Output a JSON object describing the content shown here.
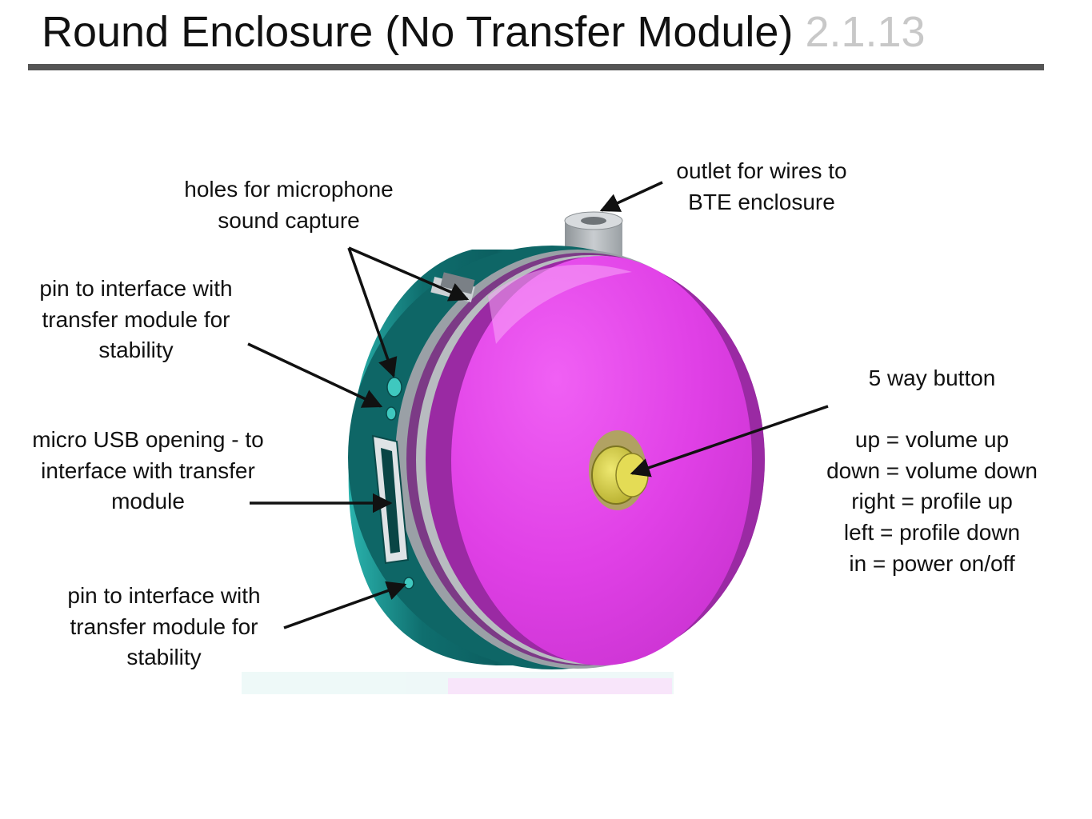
{
  "slide": {
    "title": "Round Enclosure (No Transfer Module)",
    "version": "2.1.13"
  },
  "labels": {
    "holes": {
      "line1": "holes for microphone",
      "line2": "sound capture"
    },
    "outlet": {
      "line1": "outlet for wires to",
      "line2": "BTE enclosure"
    },
    "pin_top": {
      "line1": "pin to interface with",
      "line2": "transfer module for",
      "line3": "stability"
    },
    "usb": {
      "line1": "micro USB opening - to",
      "line2": "interface with transfer",
      "line3": "module"
    },
    "pin_bottom": {
      "line1": "pin to interface with",
      "line2": "transfer module for",
      "line3": "stability"
    },
    "button": {
      "heading": "5 way button",
      "mappings": [
        "up = volume up",
        "down = volume down",
        "right = profile up",
        "left = profile down",
        "in = power on/off"
      ]
    }
  },
  "colors": {
    "housing": "#0f7070",
    "housing_light": "#2fbcb4",
    "face": "#e040e6",
    "face_dark": "#a02aa8",
    "button": "#d8d040",
    "outlet": "#b0b4b8",
    "arrow": "#111111"
  }
}
